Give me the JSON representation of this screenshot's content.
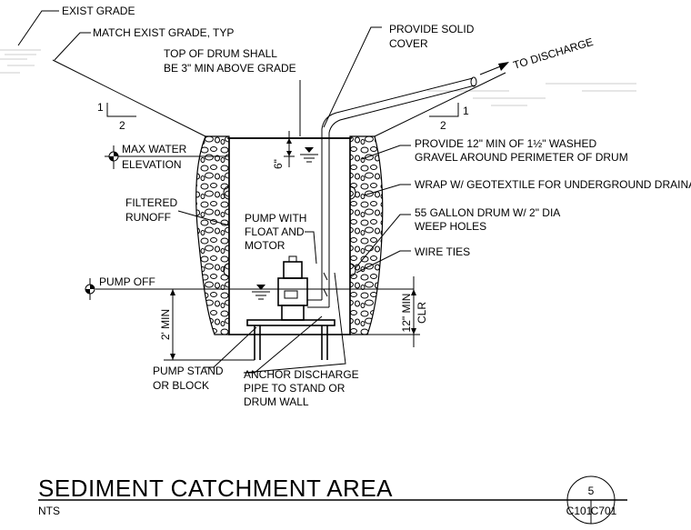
{
  "labels": {
    "exist_grade": "EXIST GRADE",
    "match_grade": "MATCH EXIST GRADE, TYP",
    "top_drum_1": "TOP OF DRUM SHALL",
    "top_drum_2": "BE 3\" MIN ABOVE GRADE",
    "solid_cover_1": "PROVIDE SOLID",
    "solid_cover_2": "COVER",
    "to_discharge": "TO DISCHARGE",
    "slope_left_rise": "1",
    "slope_left_run": "2",
    "slope_right_rise": "1",
    "slope_right_run": "2",
    "max_water_1": "MAX WATER",
    "max_water_2": "ELEVATION",
    "gravel_1": "PROVIDE 12\" MIN OF 1½\" WASHED",
    "gravel_2": "GRAVEL AROUND PERIMETER OF DRUM",
    "six_in": "6\"",
    "wrap": "WRAP W/ GEOTEXTILE FOR UNDERGROUND DRAINAGE",
    "filtered_1": "FILTERED",
    "filtered_2": "RUNOFF",
    "pump_1": "PUMP WITH",
    "pump_2": "FLOAT AND",
    "pump_3": "MOTOR",
    "drum_1": "55 GALLON DRUM W/ 2\" DIA",
    "drum_2": "WEEP HOLES",
    "wire_ties": "WIRE TIES",
    "pump_off": "PUMP OFF",
    "twelve_min": "12\" MIN",
    "clr": "CLR",
    "two_min": "2' MIN",
    "stand_1": "PUMP STAND",
    "stand_2": "OR BLOCK",
    "anchor_1": "ANCHOR DISCHARGE",
    "anchor_2": "PIPE TO STAND OR",
    "anchor_3": "DRUM WALL"
  },
  "title_block": {
    "title": "SEDIMENT CATCHMENT AREA",
    "scale": "NTS",
    "detail_number": "5",
    "sheet_left": "C101",
    "sheet_right": "C701"
  }
}
